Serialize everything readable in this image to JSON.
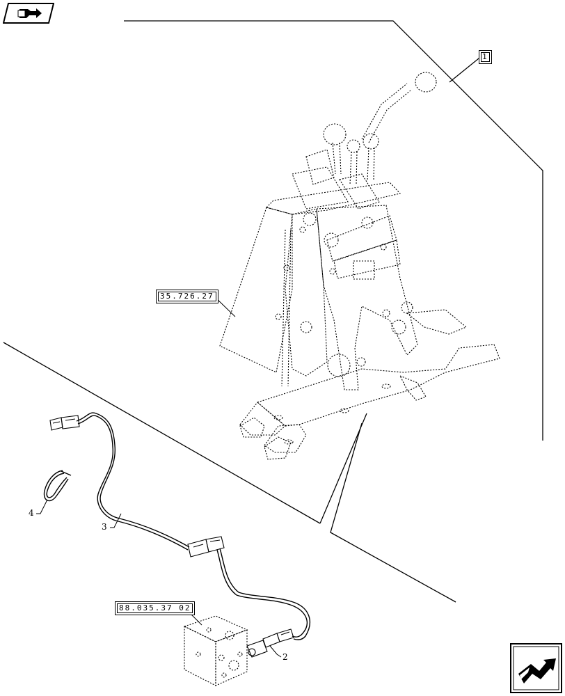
{
  "diagram": {
    "labels": {
      "ref_top": "1",
      "ref_pedestal": "35.726.27",
      "ref_valve": "88.035.37 02",
      "item_harness": "3",
      "item_connector": "2",
      "item_clip": "4"
    },
    "icons": {
      "top_left": "book-page-arrow-icon",
      "bottom_right": "next-page-arrow-icon"
    }
  }
}
